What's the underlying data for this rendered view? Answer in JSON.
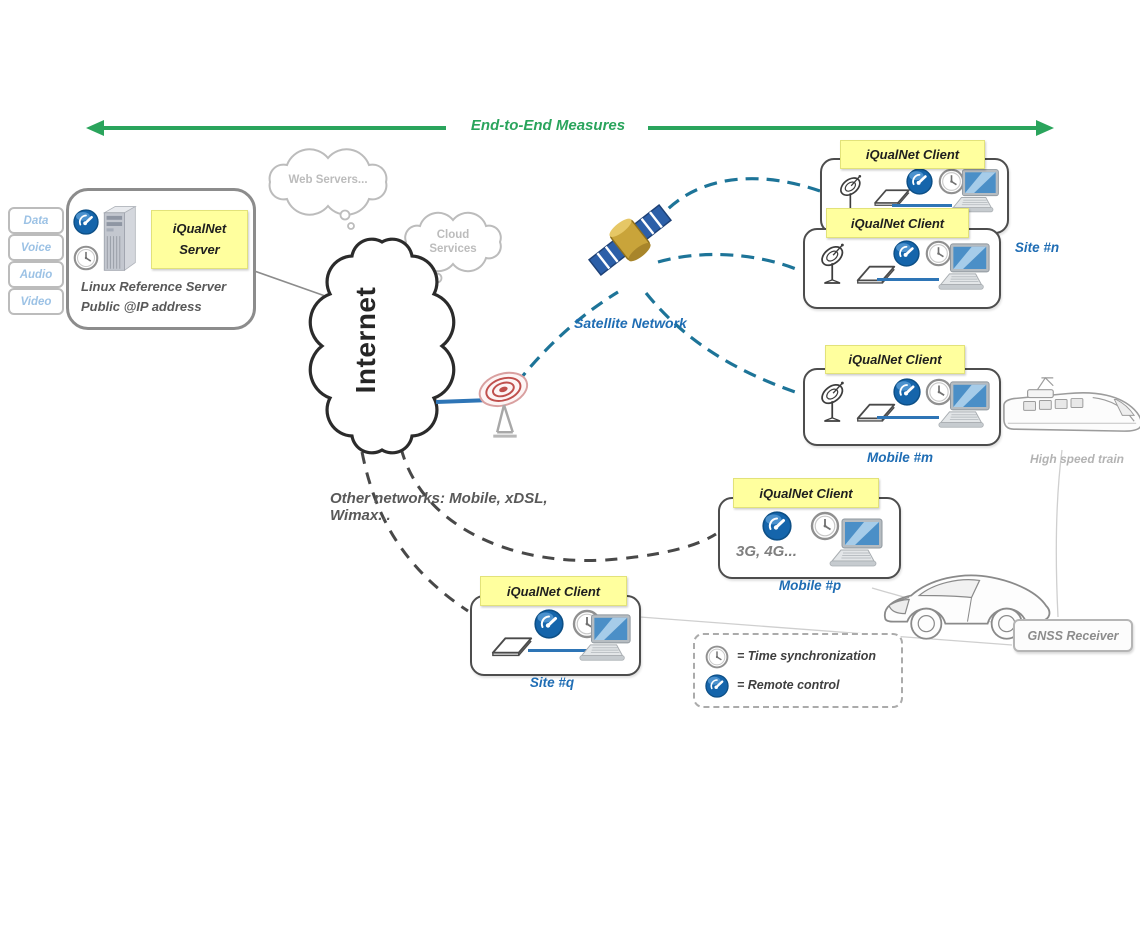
{
  "header": {
    "end_to_end_label": "End-to-End Measures"
  },
  "server": {
    "title": "iQualNet Server",
    "subtitle_line1": "Linux Reference Server",
    "subtitle_line2": "Public @IP address",
    "tags": [
      "Data",
      "Voice",
      "Audio",
      "Video"
    ]
  },
  "clouds": {
    "web_servers": "Web Servers...",
    "cloud_services": "Cloud Services",
    "internet": "Internet"
  },
  "network_labels": {
    "satellite": "Satellite Network",
    "other_networks": "Other networks: Mobile, xDSL, Wimax..."
  },
  "clients": {
    "site_n_top_title": "iQualNet Client",
    "site_n_bottom_title": "iQualNet Client",
    "site_n_label": "Site #n",
    "mobile_m_title": "iQualNet Client",
    "mobile_m_label": "Mobile #m",
    "mobile_p_title": "iQualNet Client",
    "mobile_p_label": "Mobile #p",
    "mobile_p_network": "3G, 4G...",
    "site_q_title": "iQualNet Client",
    "site_q_label": "Site #q"
  },
  "captions": {
    "train": "High speed train",
    "gnss_receiver": "GNSS Receiver"
  },
  "legend": {
    "time_sync": "= Time synchronization",
    "remote_control": "= Remote control"
  },
  "colors": {
    "measure_green": "#2aa45c",
    "label_yellow": "#ffff9e",
    "site_blue": "#1f6db4",
    "satellite_dash_blue": "#1d7498",
    "network_dash_gray": "#484848",
    "link_blue": "#2e75b6"
  }
}
